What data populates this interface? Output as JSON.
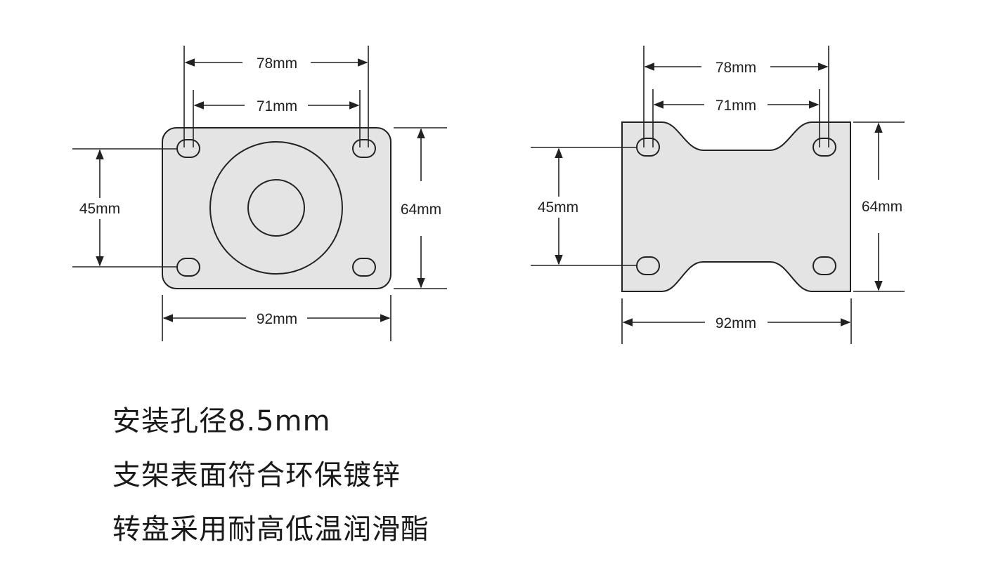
{
  "colors": {
    "plate_fill": "#e4e4e4",
    "line": "#222222",
    "background": "#ffffff"
  },
  "diagrams": [
    {
      "name": "swivel-plate-rectangular",
      "dimensions": {
        "outer_hole_span": "78mm",
        "inner_hole_span": "71mm",
        "hole_vertical_spacing": "45mm",
        "plate_height": "64mm",
        "plate_width": "92mm"
      }
    },
    {
      "name": "fixed-plate-waisted",
      "dimensions": {
        "outer_hole_span": "78mm",
        "inner_hole_span": "71mm",
        "hole_vertical_spacing": "45mm",
        "plate_height": "64mm",
        "plate_width": "92mm"
      }
    }
  ],
  "notes": [
    "安装孔径8.5mm",
    "支架表面符合环保镀锌",
    "转盘采用耐高低温润滑酯"
  ]
}
